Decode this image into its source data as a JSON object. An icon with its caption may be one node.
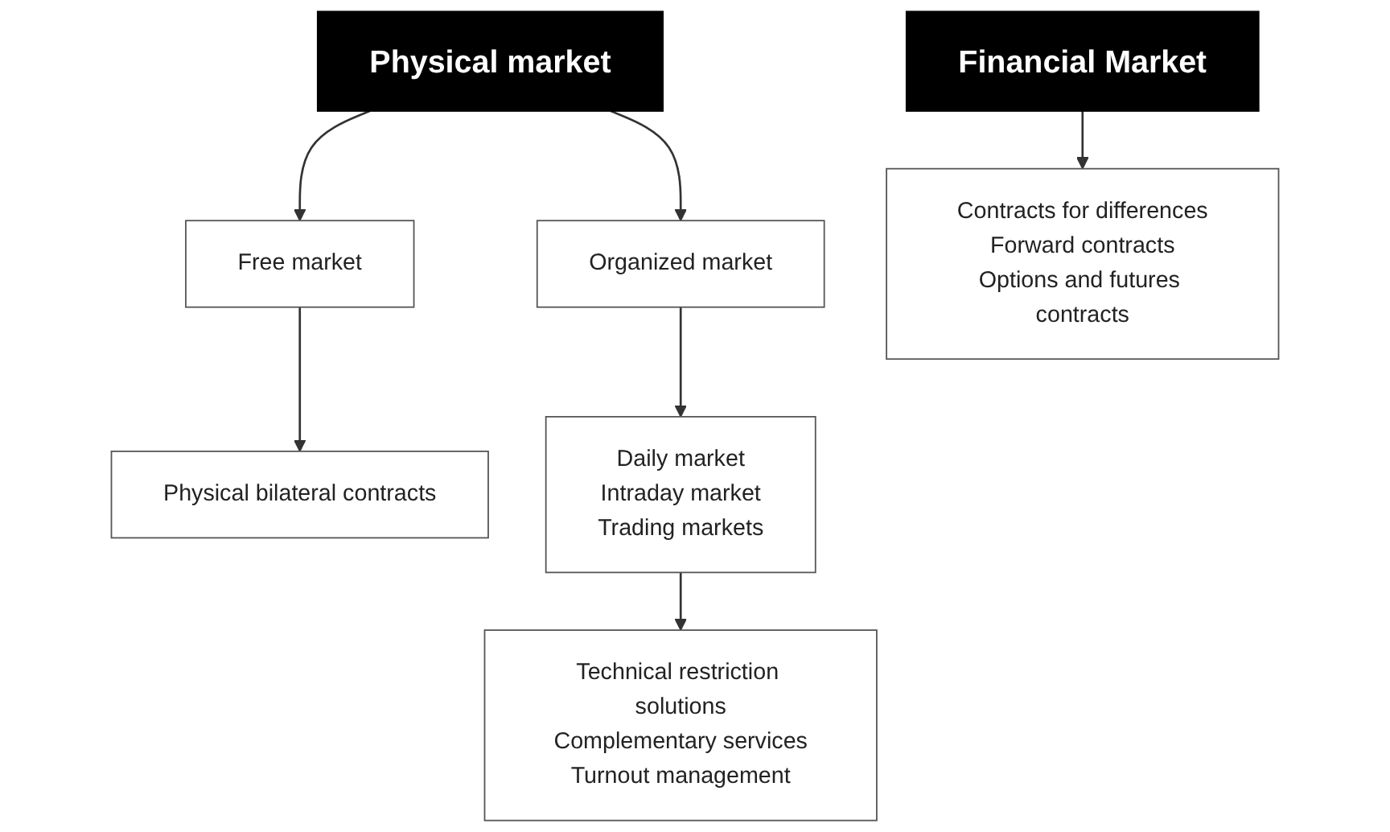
{
  "diagram": {
    "nodes": [
      {
        "text": [
          "Physical market"
        ]
      },
      {
        "text": [
          "Free market"
        ]
      },
      {
        "text": [
          "Organized market"
        ]
      },
      {
        "text": [
          "Physical bilateral contracts"
        ]
      },
      {
        "text": [
          "Daily market",
          "Intraday market",
          "Trading markets"
        ]
      },
      {
        "text": [
          "Technical restriction solutions",
          "Complementary services",
          "Turnout management"
        ]
      },
      {
        "text": [
          "Financial Market"
        ]
      },
      {
        "text": [
          "Contracts for differences",
          "Forward contracts",
          "Options and futures contracts"
        ]
      }
    ],
    "edges": [
      {
        "from": 0,
        "to": 1,
        "arrow": "to"
      },
      {
        "from": 0,
        "to": 2,
        "arrow": "to"
      },
      {
        "from": 1,
        "to": 3,
        "arrow": "to"
      },
      {
        "from": 2,
        "to": 4,
        "arrow": "to"
      },
      {
        "from": 4,
        "to": 5,
        "arrow": "to"
      },
      {
        "from": 6,
        "to": 7,
        "arrow": "to"
      }
    ]
  }
}
